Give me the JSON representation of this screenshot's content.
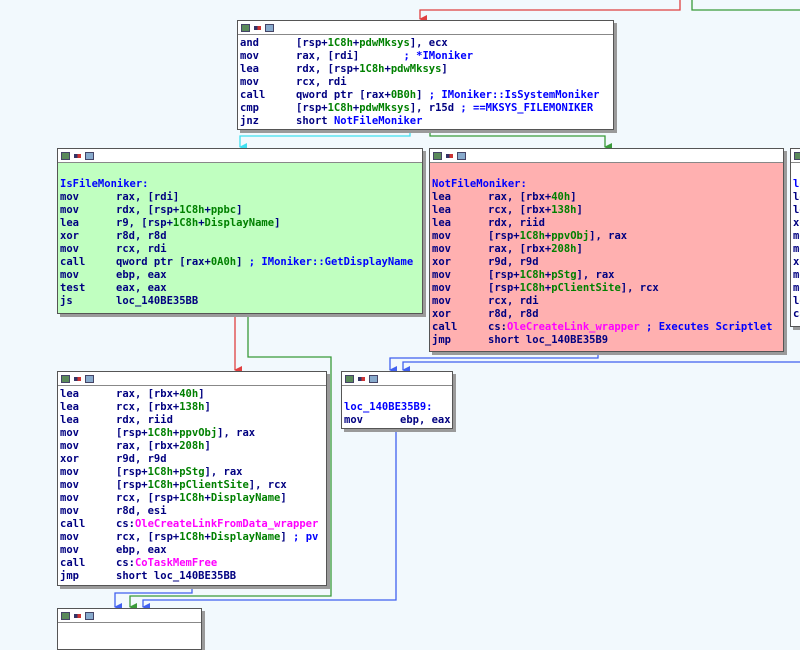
{
  "colors": {
    "background": "#f2f9fd",
    "true_branch": "#3a9a3a",
    "false_branch": "#e04040",
    "unconditional": "#4060f0",
    "fallthrough": "#40e0f0",
    "block_default": "#ffffff",
    "block_green": "#c0ffc0",
    "block_pink": "#ffb0b0"
  },
  "header_icons": [
    "graph-icon",
    "color-icon",
    "fold-icon"
  ],
  "blocks": [
    {
      "id": "top",
      "lines": [
        {
          "m": "and",
          "ops": [
            [
              "[rsp+",
              "n"
            ],
            [
              "1C8h",
              "g"
            ],
            [
              "+",
              "n"
            ],
            [
              "pdwMksys",
              "g"
            ],
            [
              "], ecx",
              "n"
            ]
          ]
        },
        {
          "m": "mov",
          "ops": [
            [
              "rax, [rdi]       ",
              "n"
            ],
            [
              "; ",
              "b"
            ],
            [
              "*IMoniker",
              "b"
            ]
          ]
        },
        {
          "m": "lea",
          "ops": [
            [
              "rdx, [rsp+",
              "n"
            ],
            [
              "1C8h",
              "g"
            ],
            [
              "+",
              "n"
            ],
            [
              "pdwMksys",
              "g"
            ],
            [
              "]",
              "n"
            ]
          ]
        },
        {
          "m": "mov",
          "ops": [
            [
              "rcx, rdi",
              "n"
            ]
          ]
        },
        {
          "m": "call",
          "ops": [
            [
              "qword ptr [rax+",
              "n"
            ],
            [
              "0B0h",
              "g"
            ],
            [
              "] ",
              "n"
            ],
            [
              "; IMoniker::IsSystemMoniker",
              "b"
            ]
          ]
        },
        {
          "m": "cmp",
          "ops": [
            [
              "[rsp+",
              "n"
            ],
            [
              "1C8h",
              "g"
            ],
            [
              "+",
              "n"
            ],
            [
              "pdwMksys",
              "g"
            ],
            [
              "], r15d ",
              "n"
            ],
            [
              "; ==MKSYS_FILEMONIKER",
              "b"
            ]
          ]
        },
        {
          "m": "jnz",
          "ops": [
            [
              "short ",
              "n"
            ],
            [
              "NotFileMoniker",
              "b"
            ]
          ]
        }
      ]
    },
    {
      "id": "is-file-moniker",
      "lines": [
        {
          "m": "",
          "ops": [
            [
              "",
              "n"
            ]
          ]
        },
        {
          "label": "IsFileMoniker:"
        },
        {
          "m": "mov",
          "ops": [
            [
              "rax, [rdi]",
              "n"
            ]
          ]
        },
        {
          "m": "mov",
          "ops": [
            [
              "rdx, [rsp+",
              "n"
            ],
            [
              "1C8h",
              "g"
            ],
            [
              "+",
              "n"
            ],
            [
              "ppbc",
              "g"
            ],
            [
              "]",
              "n"
            ]
          ]
        },
        {
          "m": "lea",
          "ops": [
            [
              "r9, [rsp+",
              "n"
            ],
            [
              "1C8h",
              "g"
            ],
            [
              "+",
              "n"
            ],
            [
              "DisplayName",
              "g"
            ],
            [
              "]",
              "n"
            ]
          ]
        },
        {
          "m": "xor",
          "ops": [
            [
              "r8d, r8d",
              "n"
            ]
          ]
        },
        {
          "m": "mov",
          "ops": [
            [
              "rcx, rdi",
              "n"
            ]
          ]
        },
        {
          "m": "call",
          "ops": [
            [
              "qword ptr [rax+",
              "n"
            ],
            [
              "0A0h",
              "g"
            ],
            [
              "] ",
              "n"
            ],
            [
              "; IMoniker::GetDisplayName",
              "b"
            ]
          ]
        },
        {
          "m": "mov",
          "ops": [
            [
              "ebp, eax",
              "n"
            ]
          ]
        },
        {
          "m": "test",
          "ops": [
            [
              "eax, eax",
              "n"
            ]
          ]
        },
        {
          "m": "js",
          "ops": [
            [
              "loc_140BE35BB",
              "n"
            ]
          ]
        }
      ]
    },
    {
      "id": "not-file-moniker",
      "lines": [
        {
          "m": "",
          "ops": [
            [
              "",
              "n"
            ]
          ]
        },
        {
          "label": "NotFileMoniker:"
        },
        {
          "m": "lea",
          "ops": [
            [
              "rax, [rbx+",
              "n"
            ],
            [
              "40h",
              "g"
            ],
            [
              "]",
              "n"
            ]
          ]
        },
        {
          "m": "lea",
          "ops": [
            [
              "rcx, [rbx+",
              "n"
            ],
            [
              "138h",
              "g"
            ],
            [
              "]",
              "n"
            ]
          ]
        },
        {
          "m": "lea",
          "ops": [
            [
              "rdx, riid",
              "n"
            ]
          ]
        },
        {
          "m": "mov",
          "ops": [
            [
              "[rsp+",
              "n"
            ],
            [
              "1C8h",
              "g"
            ],
            [
              "+",
              "n"
            ],
            [
              "ppvObj",
              "g"
            ],
            [
              "], rax",
              "n"
            ]
          ]
        },
        {
          "m": "mov",
          "ops": [
            [
              "rax, [rbx+",
              "n"
            ],
            [
              "208h",
              "g"
            ],
            [
              "]",
              "n"
            ]
          ]
        },
        {
          "m": "xor",
          "ops": [
            [
              "r9d, r9d",
              "n"
            ]
          ]
        },
        {
          "m": "mov",
          "ops": [
            [
              "[rsp+",
              "n"
            ],
            [
              "1C8h",
              "g"
            ],
            [
              "+",
              "n"
            ],
            [
              "pStg",
              "g"
            ],
            [
              "], rax",
              "n"
            ]
          ]
        },
        {
          "m": "mov",
          "ops": [
            [
              "[rsp+",
              "n"
            ],
            [
              "1C8h",
              "g"
            ],
            [
              "+",
              "n"
            ],
            [
              "pClientSite",
              "g"
            ],
            [
              "], rcx",
              "n"
            ]
          ]
        },
        {
          "m": "mov",
          "ops": [
            [
              "rcx, rdi",
              "n"
            ]
          ]
        },
        {
          "m": "xor",
          "ops": [
            [
              "r8d, r8d",
              "n"
            ]
          ]
        },
        {
          "m": "call",
          "ops": [
            [
              "cs:",
              "n"
            ],
            [
              "OleCreateLink_wrapper",
              "p"
            ],
            [
              " ; Executes Scriptlet",
              "b"
            ]
          ]
        },
        {
          "m": "jmp",
          "ops": [
            [
              "short loc_140BE35B9",
              "n"
            ]
          ]
        }
      ]
    },
    {
      "id": "create-link-from-data",
      "lines": [
        {
          "m": "lea",
          "ops": [
            [
              "rax, [rbx+",
              "n"
            ],
            [
              "40h",
              "g"
            ],
            [
              "]",
              "n"
            ]
          ]
        },
        {
          "m": "lea",
          "ops": [
            [
              "rcx, [rbx+",
              "n"
            ],
            [
              "138h",
              "g"
            ],
            [
              "]",
              "n"
            ]
          ]
        },
        {
          "m": "lea",
          "ops": [
            [
              "rdx, riid",
              "n"
            ]
          ]
        },
        {
          "m": "mov",
          "ops": [
            [
              "[rsp+",
              "n"
            ],
            [
              "1C8h",
              "g"
            ],
            [
              "+",
              "n"
            ],
            [
              "ppvObj",
              "g"
            ],
            [
              "], rax",
              "n"
            ]
          ]
        },
        {
          "m": "mov",
          "ops": [
            [
              "rax, [rbx+",
              "n"
            ],
            [
              "208h",
              "g"
            ],
            [
              "]",
              "n"
            ]
          ]
        },
        {
          "m": "xor",
          "ops": [
            [
              "r9d, r9d",
              "n"
            ]
          ]
        },
        {
          "m": "mov",
          "ops": [
            [
              "[rsp+",
              "n"
            ],
            [
              "1C8h",
              "g"
            ],
            [
              "+",
              "n"
            ],
            [
              "pStg",
              "g"
            ],
            [
              "], rax",
              "n"
            ]
          ]
        },
        {
          "m": "mov",
          "ops": [
            [
              "[rsp+",
              "n"
            ],
            [
              "1C8h",
              "g"
            ],
            [
              "+",
              "n"
            ],
            [
              "pClientSite",
              "g"
            ],
            [
              "], rcx",
              "n"
            ]
          ]
        },
        {
          "m": "mov",
          "ops": [
            [
              "rcx, [rsp+",
              "n"
            ],
            [
              "1C8h",
              "g"
            ],
            [
              "+",
              "n"
            ],
            [
              "DisplayName",
              "g"
            ],
            [
              "]",
              "n"
            ]
          ]
        },
        {
          "m": "mov",
          "ops": [
            [
              "r8d, esi",
              "n"
            ]
          ]
        },
        {
          "m": "call",
          "ops": [
            [
              "cs:",
              "n"
            ],
            [
              "OleCreateLinkFromData_wrapper",
              "p"
            ]
          ]
        },
        {
          "m": "mov",
          "ops": [
            [
              "rcx, [rsp+",
              "n"
            ],
            [
              "1C8h",
              "g"
            ],
            [
              "+",
              "n"
            ],
            [
              "DisplayName",
              "g"
            ],
            [
              "] ",
              "n"
            ],
            [
              "; pv",
              "b"
            ]
          ]
        },
        {
          "m": "mov",
          "ops": [
            [
              "ebp, eax",
              "n"
            ]
          ]
        },
        {
          "m": "call",
          "ops": [
            [
              "cs:",
              "n"
            ],
            [
              "CoTaskMemFree",
              "p"
            ]
          ]
        },
        {
          "m": "jmp",
          "ops": [
            [
              "short loc_140BE35BB",
              "n"
            ]
          ]
        }
      ]
    },
    {
      "id": "loc-140BE35B9",
      "lines": [
        {
          "m": "",
          "ops": [
            [
              "",
              "n"
            ]
          ]
        },
        {
          "label": "loc_140BE35B9:"
        },
        {
          "m": "mov",
          "ops": [
            [
              "ebp, eax",
              "n"
            ]
          ]
        }
      ]
    },
    {
      "id": "right-partial",
      "lines": [
        {
          "m": "",
          "ops": [
            [
              "",
              "n"
            ]
          ]
        },
        {
          "label": "lo"
        },
        {
          "m": "le",
          "ops": []
        },
        {
          "m": "le",
          "ops": []
        },
        {
          "m": "xo",
          "ops": []
        },
        {
          "m": "mo",
          "ops": []
        },
        {
          "m": "mo",
          "ops": []
        },
        {
          "m": "xo",
          "ops": []
        },
        {
          "m": "mo",
          "ops": []
        },
        {
          "m": "mo",
          "ops": []
        },
        {
          "m": "le",
          "ops": []
        },
        {
          "m": "ca",
          "ops": []
        }
      ]
    },
    {
      "id": "bottom",
      "lines": []
    }
  ]
}
